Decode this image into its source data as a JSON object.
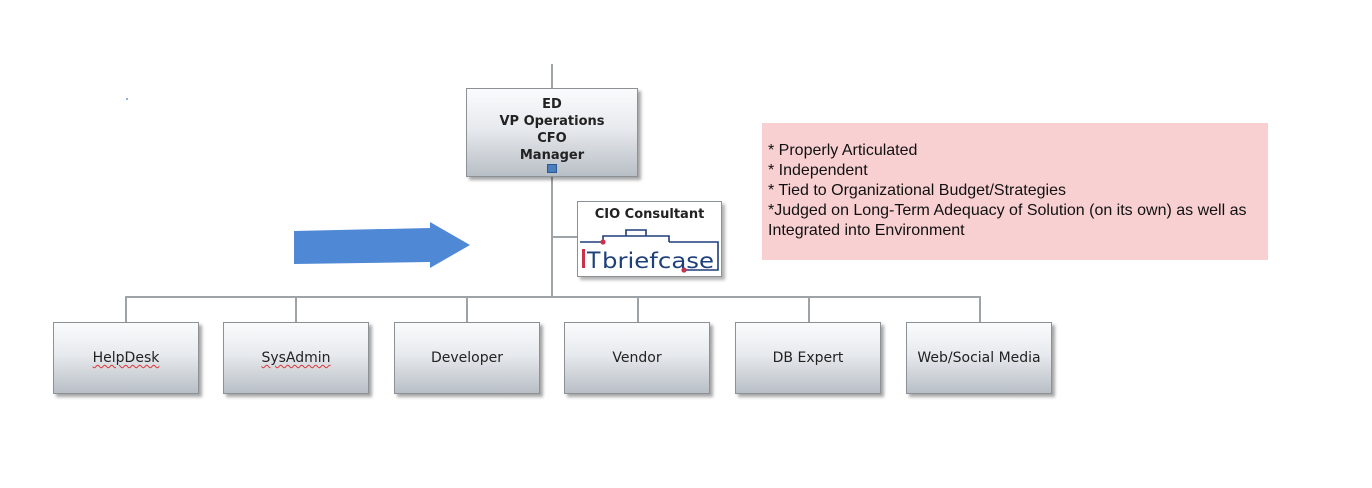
{
  "top_node": {
    "lines": [
      "ED",
      "VP Operations",
      "CFO",
      "Manager"
    ]
  },
  "assistant_node": {
    "title": "CIO Consultant",
    "logo_text": "ITbriefcase"
  },
  "children": [
    {
      "label": "HelpDesk"
    },
    {
      "label": "SysAdmin"
    },
    {
      "label": "Developer"
    },
    {
      "label": "Vendor"
    },
    {
      "label": "DB Expert"
    },
    {
      "label": "Web/Social Media"
    }
  ],
  "note": {
    "lines": [
      "* Properly Articulated",
      "* Independent",
      "* Tied to Organizational Budget/Strategies",
      "*Judged on Long-Term Adequacy of Solution (on its own) as well as Integrated into Environment"
    ]
  },
  "colors": {
    "arrow": "#4f88d4",
    "note_bg": "#f8d0d2",
    "connector": "#9ea3a8"
  },
  "icons": {
    "arrow": "right-arrow-icon",
    "collapse": "collapse-toggle-icon"
  }
}
